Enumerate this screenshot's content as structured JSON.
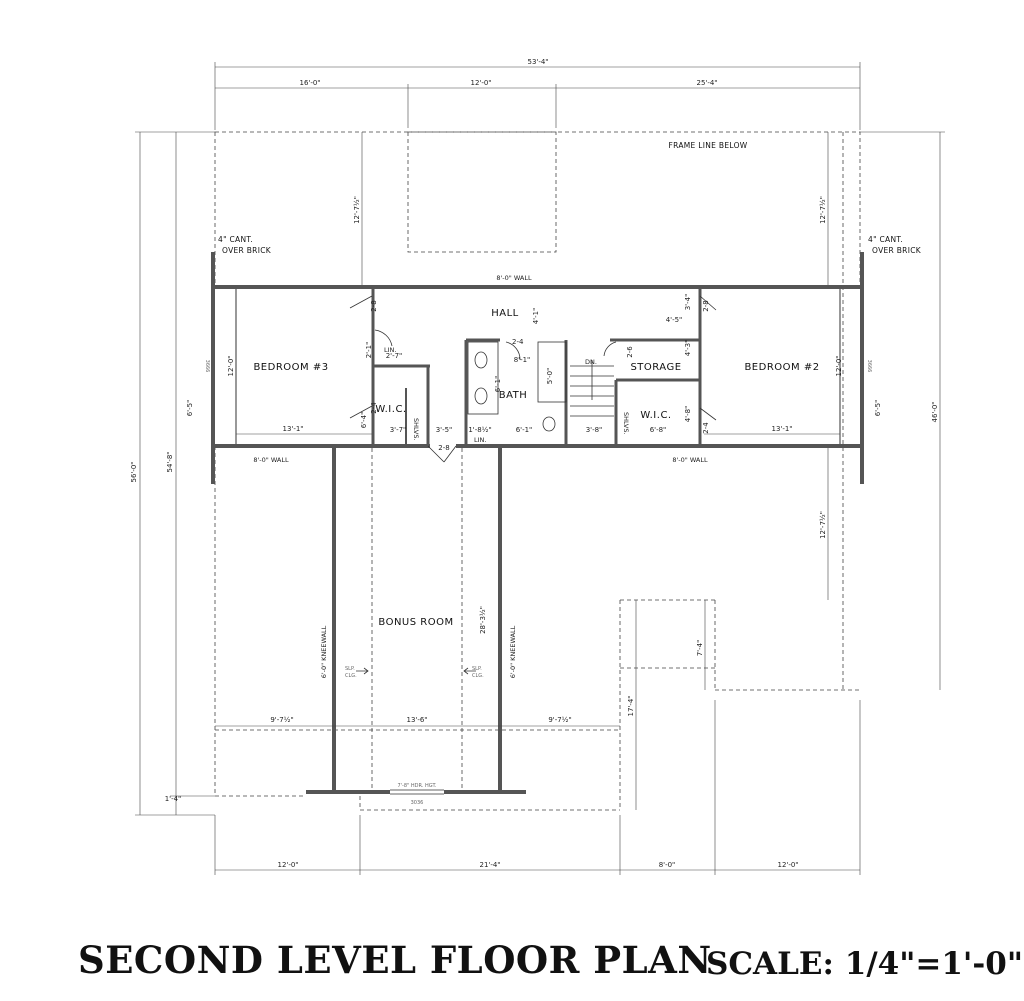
{
  "title": "SECOND LEVEL FLOOR PLAN",
  "scale": "SCALE: 1/4\"=1'-0\"",
  "notes": {
    "frame_line": "FRAME LINE BELOW",
    "cant_left_1": "4\" CANT.",
    "cant_left_2": "OVER BRICK",
    "cant_right_1": "4\" CANT.",
    "cant_right_2": "OVER BRICK",
    "wall_top": "8'-0\" WALL",
    "wall_bottom_left": "8'-0\" WALL",
    "wall_bottom_right": "8'-0\" WALL",
    "kneewall_left": "6'-0\" KNEEWALL",
    "kneewall_right": "6'-0\" KNEEWALL",
    "slp_left_1": "SLP.",
    "slp_left_2": "CLG.",
    "slp_right_1": "SLP.",
    "slp_right_2": "CLG.",
    "header": "7'-8\" HDR. HGT.",
    "door_code": "3036",
    "window_left": "3666",
    "window_right": "3666",
    "dn": "DN."
  },
  "rooms": {
    "hall": "HALL",
    "bedroom3": "BEDROOM #3",
    "bedroom2": "BEDROOM #2",
    "bath": "BATH",
    "storage": "STORAGE",
    "wic_left": "W.I.C.",
    "wic_right": "W.I.C.",
    "bonus": "BONUS ROOM",
    "lin_top": "LIN.",
    "lin_bottom": "LIN.",
    "shlvs_left": "SHLVS.",
    "shlvs_right": "SHLVS."
  },
  "dimensions": {
    "overall_top": "53'-4\"",
    "top_1": "16'-0\"",
    "top_2": "12'-0\"",
    "top_3": "25'-4\"",
    "bottom_1": "12'-0\"",
    "bottom_2": "21'-4\"",
    "bottom_3": "8'-0\"",
    "bottom_4": "12'-0\"",
    "left_outer": "56'-0\"",
    "left_inner": "54'-8\"",
    "left_small": "1'-4\"",
    "right_outer": "46'-0\"",
    "cant_left_v": "12'-7½\"",
    "cant_right_v": "12'-7½\"",
    "right_mid_v": "12'-7½\"",
    "bed3_h": "13'-1\"",
    "bed3_v": "12'-0\"",
    "bed3_win": "6'-5\"",
    "bed2_h": "13'-1\"",
    "bed2_v": "12'-0\"",
    "bed2_win": "6'-5\"",
    "bonus_1": "9'-7½\"",
    "bonus_2": "13'-6\"",
    "bonus_3": "9'-7½\"",
    "bonus_v": "28'-3½\"",
    "right_step_1": "7'-4\"",
    "right_step_2": "17'-4\"",
    "hall_v": "4'-1\"",
    "lin_w": "2'-7\"",
    "lin_v": "2'-1\"",
    "wic_l_w": "3'-7\"",
    "wic_l_v": "6'-4\"",
    "wic_l_door": "2-4",
    "bath_w": "8'-1\"",
    "bath_v": "6'-1\"",
    "bath_v2": "5'-0\"",
    "bath_door": "2-4",
    "hall_35": "3'-5\"",
    "hall_18": "1'-8½\"",
    "hall_61": "6'-1\"",
    "stair_38": "3'-8\"",
    "storage_w": "4'-5\"",
    "storage_v": "4'-3\"",
    "storage_v2": "3'-4\"",
    "wic_r_w": "6'-8\"",
    "wic_r_v": "4'-8\"",
    "door_28a": "2-8",
    "door_28b": "2-8",
    "door_28c": "2-8",
    "door_26": "2-6",
    "door_24": "2-4"
  },
  "colors": {
    "wall": "#555555",
    "line": "#333333",
    "background": "#ffffff"
  }
}
